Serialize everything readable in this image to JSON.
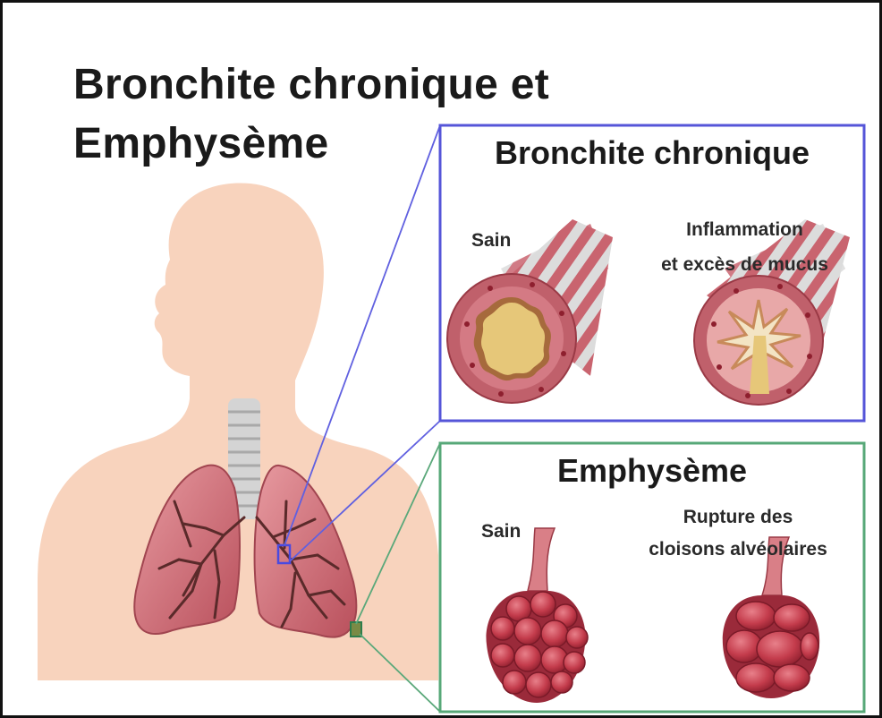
{
  "title": {
    "line1": "Bronchite chronique et",
    "line2": "Emphysème"
  },
  "bronchitis_panel": {
    "heading": "Bronchite chronique",
    "healthy_label": "Sain",
    "diseased_label_line1": "Inflammation",
    "diseased_label_line2": "et excès de mucus"
  },
  "emphysema_panel": {
    "heading": "Emphysème",
    "healthy_label": "Sain",
    "diseased_label_line1": "Rupture des",
    "diseased_label_line2": "cloisons alvéolaires"
  },
  "colors": {
    "skin": "#f8d3bd",
    "lung": "#c8606a",
    "bronchus_wall": "#c0606b",
    "mucus": "#e6c779",
    "bronchitis_frame": "#5555d8",
    "emphysema_frame": "#57a878"
  }
}
